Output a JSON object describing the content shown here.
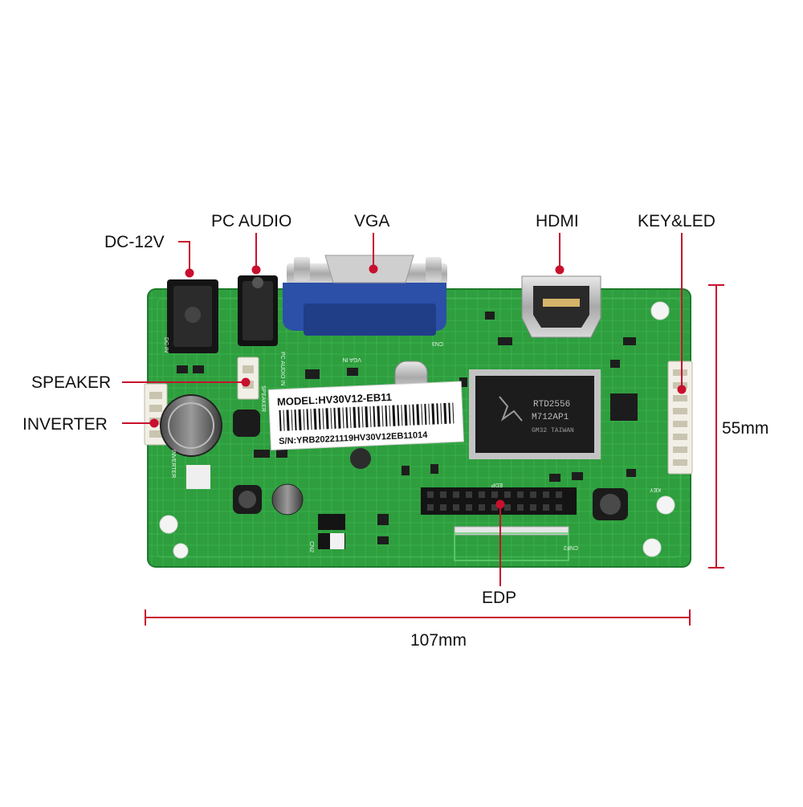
{
  "labels": {
    "dc": "DC-12V",
    "pc_audio": "PC AUDIO",
    "vga": "VGA",
    "hdmi": "HDMI",
    "key_led": "KEY&LED",
    "speaker": "SPEAKER",
    "inverter": "INVERTER",
    "edp": "EDP"
  },
  "dimensions": {
    "height": "55mm",
    "width": "107mm"
  },
  "board": {
    "sticker_model": "MODEL:HV30V12-EB11",
    "sticker_sn": "S/N:YRB20221119HV30V12EB11014",
    "chip_main_line1": "RTD2556",
    "chip_main_line2": "M712AP1",
    "chip_main_line3": "GM32 TAIWAN",
    "silk_dcin": "DC IN",
    "silk_pcaudio": "PC AUDIO IN",
    "silk_vgain": "VGA IN",
    "silk_speaker": "SPEAKER",
    "silk_inverter": "INVERTER",
    "silk_key": "KEY",
    "silk_cn2": "CN2",
    "silk_cn3": "CN3",
    "silk_cnf2": "CNF2",
    "silk_edp": "EDP"
  },
  "colors": {
    "pcb": "#2e9e3e",
    "pcb_dark": "#1f7a2c",
    "accent_red": "#c8102e",
    "vga_blue": "#2c4fa8"
  }
}
